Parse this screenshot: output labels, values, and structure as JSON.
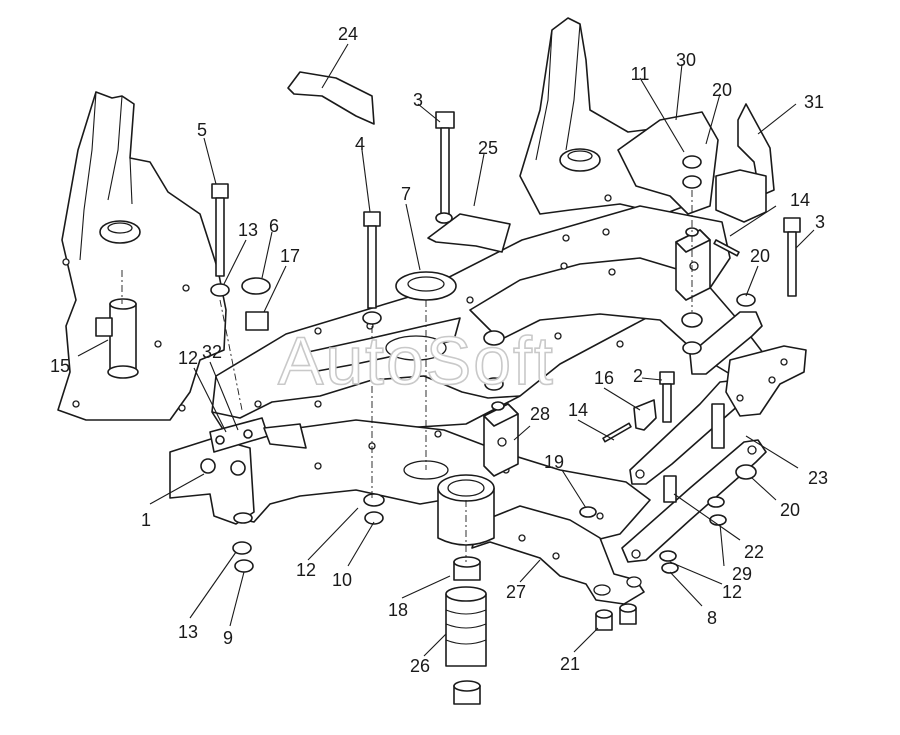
{
  "watermark": "AutoSoft",
  "callouts": [
    {
      "id": "c24",
      "text": "24"
    },
    {
      "id": "c3a",
      "text": "3"
    },
    {
      "id": "c30",
      "text": "30"
    },
    {
      "id": "c11",
      "text": "11"
    },
    {
      "id": "c20a",
      "text": "20"
    },
    {
      "id": "c31",
      "text": "31"
    },
    {
      "id": "c5",
      "text": "5"
    },
    {
      "id": "c4",
      "text": "4"
    },
    {
      "id": "c25",
      "text": "25"
    },
    {
      "id": "c7",
      "text": "7"
    },
    {
      "id": "c13a",
      "text": "13"
    },
    {
      "id": "c6",
      "text": "6"
    },
    {
      "id": "c17",
      "text": "17"
    },
    {
      "id": "c14a",
      "text": "14"
    },
    {
      "id": "c20b",
      "text": "20"
    },
    {
      "id": "c3b",
      "text": "3"
    },
    {
      "id": "c15",
      "text": "15"
    },
    {
      "id": "c12a",
      "text": "12"
    },
    {
      "id": "c32",
      "text": "32"
    },
    {
      "id": "c16",
      "text": "16"
    },
    {
      "id": "c2",
      "text": "2"
    },
    {
      "id": "c14b",
      "text": "14"
    },
    {
      "id": "c28",
      "text": "28"
    },
    {
      "id": "c19",
      "text": "19"
    },
    {
      "id": "c23",
      "text": "23"
    },
    {
      "id": "c20c",
      "text": "20"
    },
    {
      "id": "c1",
      "text": "1"
    },
    {
      "id": "c22",
      "text": "22"
    },
    {
      "id": "c29",
      "text": "29"
    },
    {
      "id": "c12b",
      "text": "12"
    },
    {
      "id": "c10",
      "text": "10"
    },
    {
      "id": "c12c",
      "text": "12"
    },
    {
      "id": "c27",
      "text": "27"
    },
    {
      "id": "c18",
      "text": "18"
    },
    {
      "id": "c8",
      "text": "8"
    },
    {
      "id": "c13b",
      "text": "13"
    },
    {
      "id": "c9",
      "text": "9"
    },
    {
      "id": "c26",
      "text": "26"
    },
    {
      "id": "c21",
      "text": "21"
    }
  ]
}
